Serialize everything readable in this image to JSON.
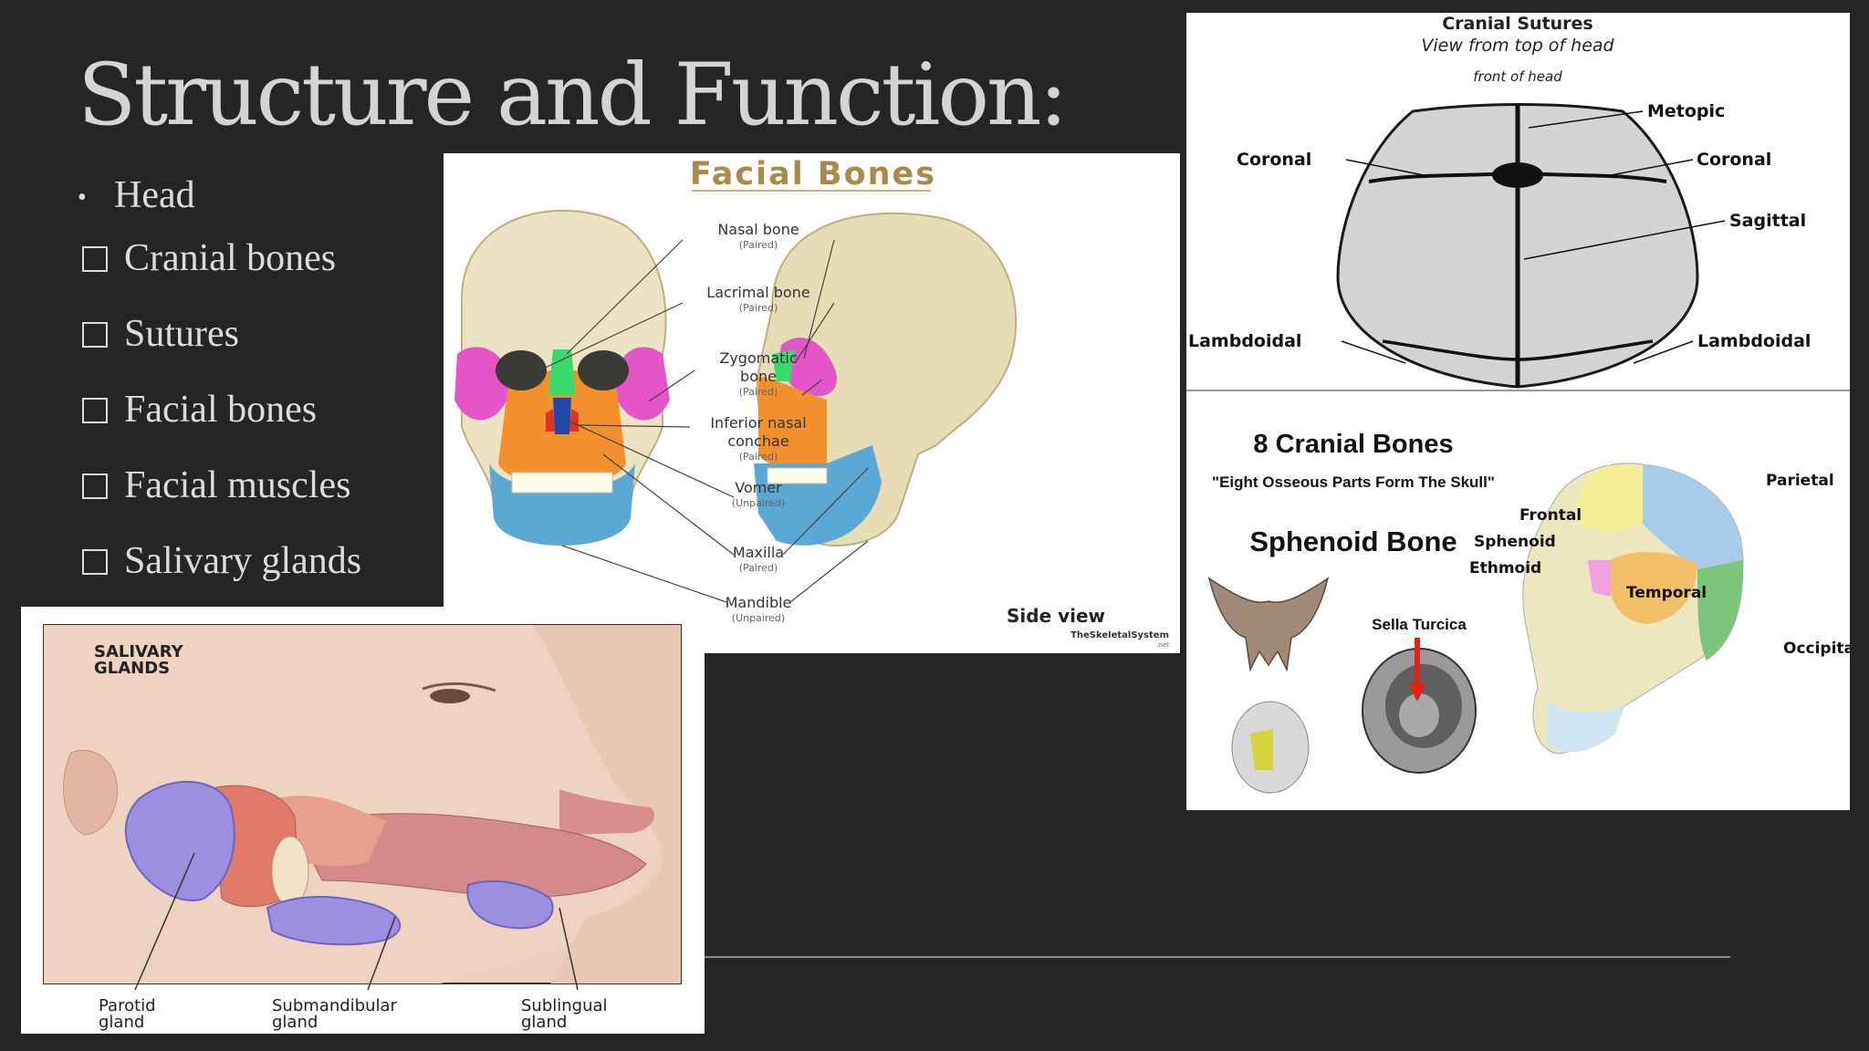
{
  "title": "Structure and Function:",
  "bullets": {
    "head": "Head",
    "items": [
      "Cranial bones",
      "Sutures",
      "Facial bones",
      "Facial muscles",
      "Salivary glands"
    ]
  },
  "facial_bones": {
    "title": "Facial Bones",
    "labels": [
      {
        "name": "Nasal bone",
        "note": "(Paired)"
      },
      {
        "name": "Lacrimal bone",
        "note": "(Paired)"
      },
      {
        "name": "Zygomatic",
        "name2": "bone",
        "note": "(Paired)"
      },
      {
        "name": "Inferior nasal",
        "name2": "conchae",
        "note": "(Paired)"
      },
      {
        "name": "Vomer",
        "note": "(Unpaired)"
      },
      {
        "name": "Maxilla",
        "note": "(Paired)"
      },
      {
        "name": "Mandible",
        "note": "(Unpaired)"
      }
    ],
    "side_view": "Side view",
    "credit": "TheSkeletalSystem",
    "credit2": ".net"
  },
  "sutures": {
    "title": "Cranial Sutures",
    "subtitle": "View from top of head",
    "front": "front of head",
    "labels": [
      "Metopic",
      "Coronal",
      "Coronal",
      "Sagittal",
      "Lambdoidal",
      "Lambdoidal"
    ]
  },
  "cranial": {
    "title": "8 Cranial Bones",
    "mnemonic": "\"Eight Osseous Parts Form The Skull\"",
    "sphenoid": "Sphenoid Bone",
    "sella": "Sella Turcica",
    "labels": [
      "Frontal",
      "Sphenoid",
      "Ethmoid",
      "Parietal",
      "Temporal",
      "Occipital"
    ]
  },
  "salivary": {
    "title": "SALIVARY",
    "title2": "GLANDS",
    "glands": [
      {
        "l1": "Parotid",
        "l2": "gland"
      },
      {
        "l1": "Submandibular",
        "l2": "gland"
      },
      {
        "l1": "Sublingual",
        "l2": "gland"
      }
    ]
  }
}
